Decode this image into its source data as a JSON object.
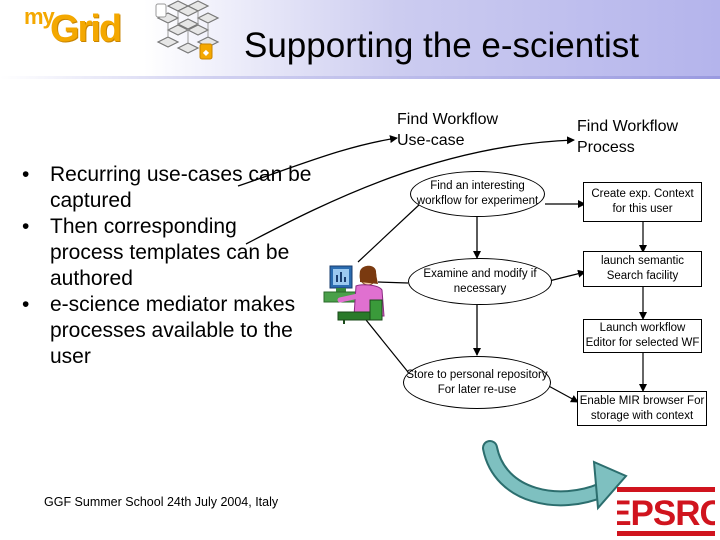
{
  "slide": {
    "title": "Supporting the e-scientist",
    "logo": {
      "my": "my",
      "grid": "Grid"
    },
    "bullets": [
      "Recurring use-cases can be captured",
      "Then corresponding process templates can be authored",
      "e-science mediator makes processes available  to the user"
    ],
    "use_case_column": {
      "heading": "Find Workflow Use-case",
      "steps": [
        "Find an interesting workflow for experiment",
        "Examine and modify if necessary",
        "Store to  personal repository For later re-use"
      ]
    },
    "process_column": {
      "heading": "Find Workflow Process",
      "steps": [
        "Create exp. Context for this user",
        "launch semantic Search facility",
        "Launch workflow Editor for selected WF",
        "Enable MIR browser For storage with context"
      ]
    },
    "footer": "GGF Summer School 24th July 2004, Italy",
    "sponsor_logo": "EPSRC"
  },
  "colors": {
    "logo_orange": "#f4a800",
    "header_lavender": "#b4b4ec",
    "epsrc_red": "#d0141e",
    "cycle_arrow_teal": "#5aa0a0"
  },
  "icons": [
    "grid-cubes-icon",
    "person-at-computer-icon",
    "cycle-arrow-icon"
  ]
}
